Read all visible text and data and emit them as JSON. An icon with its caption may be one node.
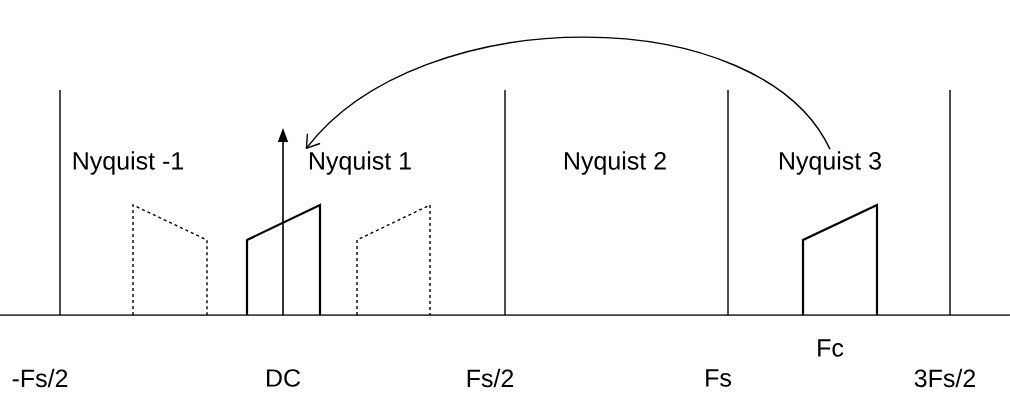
{
  "diagram": {
    "nodes": [
      {
        "text": [
          "Nyquist -1"
        ]
      },
      {
        "text": [
          "Nyquist 1"
        ]
      },
      {
        "text": [
          "Nyquist 2"
        ]
      },
      {
        "text": [
          "Nyquist 3"
        ]
      }
    ],
    "edges": [
      {
        "from": 3,
        "to": 1,
        "arrow": "to"
      }
    ],
    "labels": [
      "-Fs/2",
      "DC",
      "Fs/2",
      "Fs",
      "Fc",
      "3Fs/2"
    ]
  }
}
